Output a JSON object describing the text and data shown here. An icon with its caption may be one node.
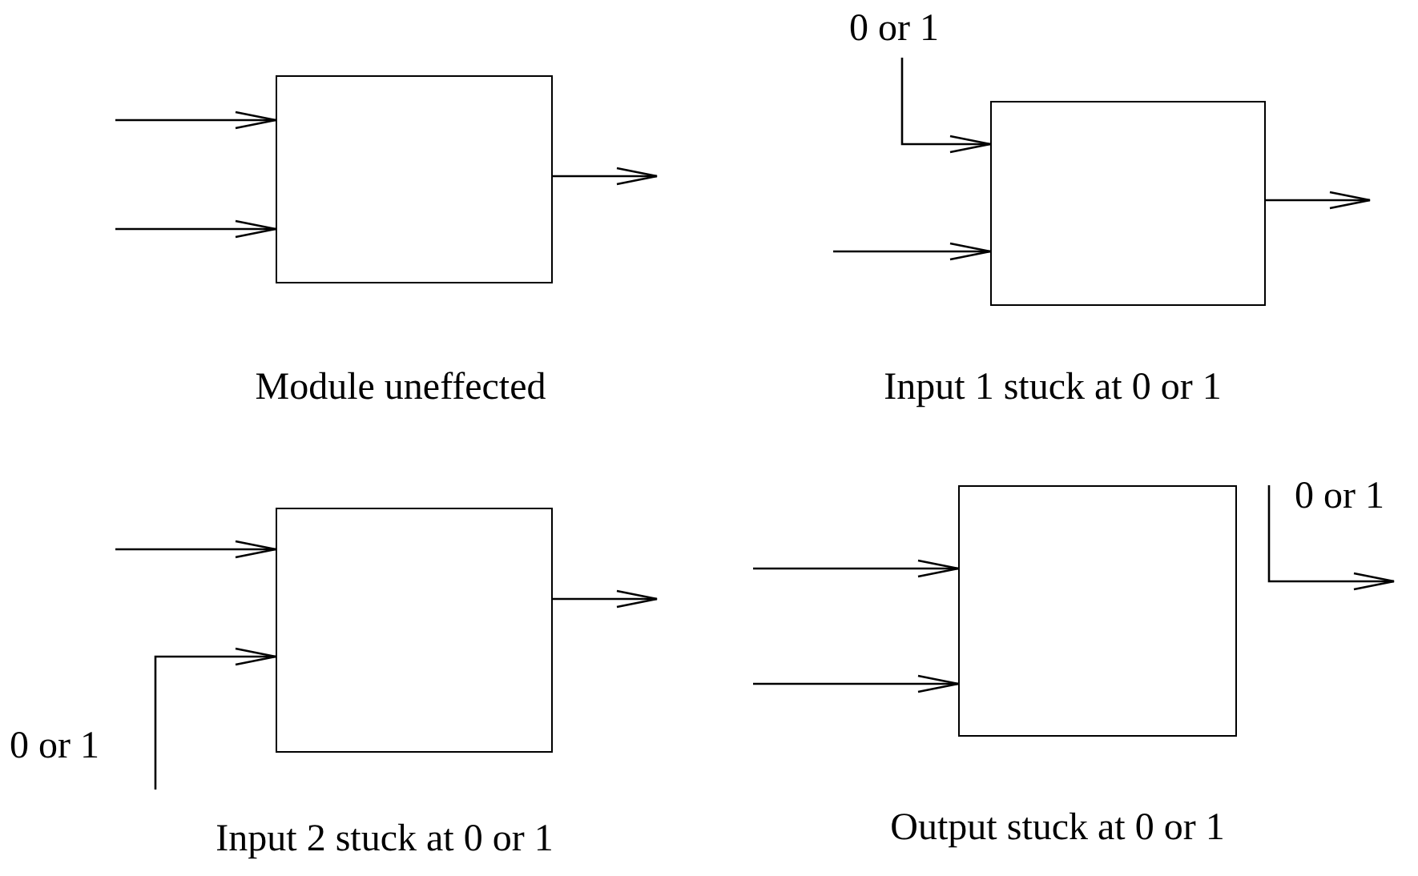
{
  "diagram": {
    "nodes": [
      {
        "text": [],
        "shape": "box",
        "beside": [
          "Module uneffected"
        ]
      },
      {
        "text": [
          "0 or 1"
        ]
      },
      {
        "text": [],
        "shape": "box",
        "beside": [
          "Input 1 stuck at 0 or 1"
        ]
      },
      {
        "text": [],
        "shape": "box",
        "beside": [
          "Input 2 stuck at 0 or 1"
        ]
      },
      {
        "text": [
          "0 or 1"
        ]
      },
      {
        "text": [],
        "shape": "box",
        "beside": [
          "Output stuck at 0 or 1"
        ]
      },
      {
        "text": [
          "0 or 1"
        ]
      }
    ],
    "edges": [
      {
        "from": null,
        "to": 0,
        "arrow": "to"
      },
      {
        "from": null,
        "to": 0,
        "arrow": "to"
      },
      {
        "from": 0,
        "to": null,
        "arrow": "to"
      },
      {
        "from": 1,
        "to": 2,
        "arrow": "to"
      },
      {
        "from": null,
        "to": 2,
        "arrow": "to"
      },
      {
        "from": 2,
        "to": null,
        "arrow": "to"
      },
      {
        "from": null,
        "to": 3,
        "arrow": "to"
      },
      {
        "from": 4,
        "to": 3,
        "arrow": "to"
      },
      {
        "from": 3,
        "to": null,
        "arrow": "to"
      },
      {
        "from": null,
        "to": 5,
        "arrow": "to"
      },
      {
        "from": null,
        "to": 5,
        "arrow": "to"
      },
      {
        "from": 6,
        "to": null,
        "arrow": "to"
      }
    ]
  }
}
